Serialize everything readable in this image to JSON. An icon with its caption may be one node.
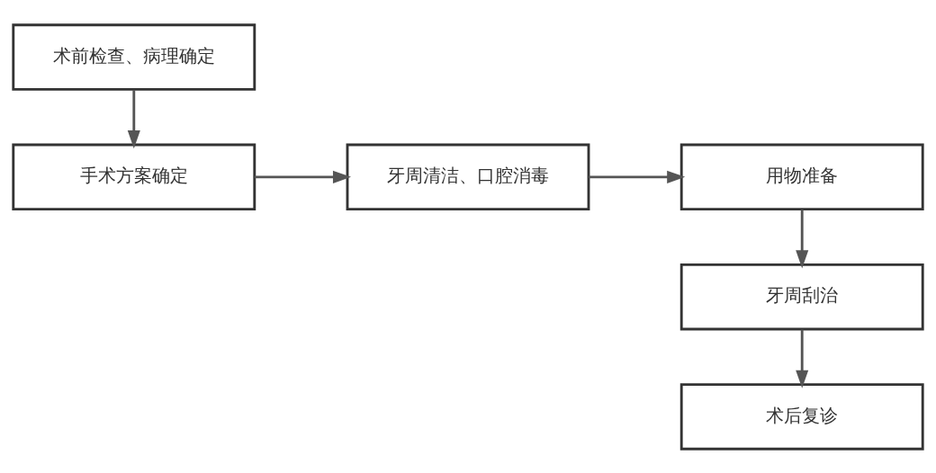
{
  "diagram": {
    "nodes": [
      {
        "text": [
          "术前检查、病理确定"
        ]
      },
      {
        "text": [
          "手术方案确定"
        ]
      },
      {
        "text": [
          "牙周清洁、口腔消毒"
        ]
      },
      {
        "text": [
          "用物准备"
        ]
      },
      {
        "text": [
          "牙周刮治"
        ]
      },
      {
        "text": [
          "术后复诊"
        ]
      }
    ],
    "edges": [
      {
        "from": 0,
        "to": 1,
        "arrow": "to"
      },
      {
        "from": 1,
        "to": 2,
        "arrow": "to"
      },
      {
        "from": 2,
        "to": 3,
        "arrow": "to"
      },
      {
        "from": 3,
        "to": 4,
        "arrow": "to"
      },
      {
        "from": 4,
        "to": 5,
        "arrow": "to"
      }
    ]
  }
}
